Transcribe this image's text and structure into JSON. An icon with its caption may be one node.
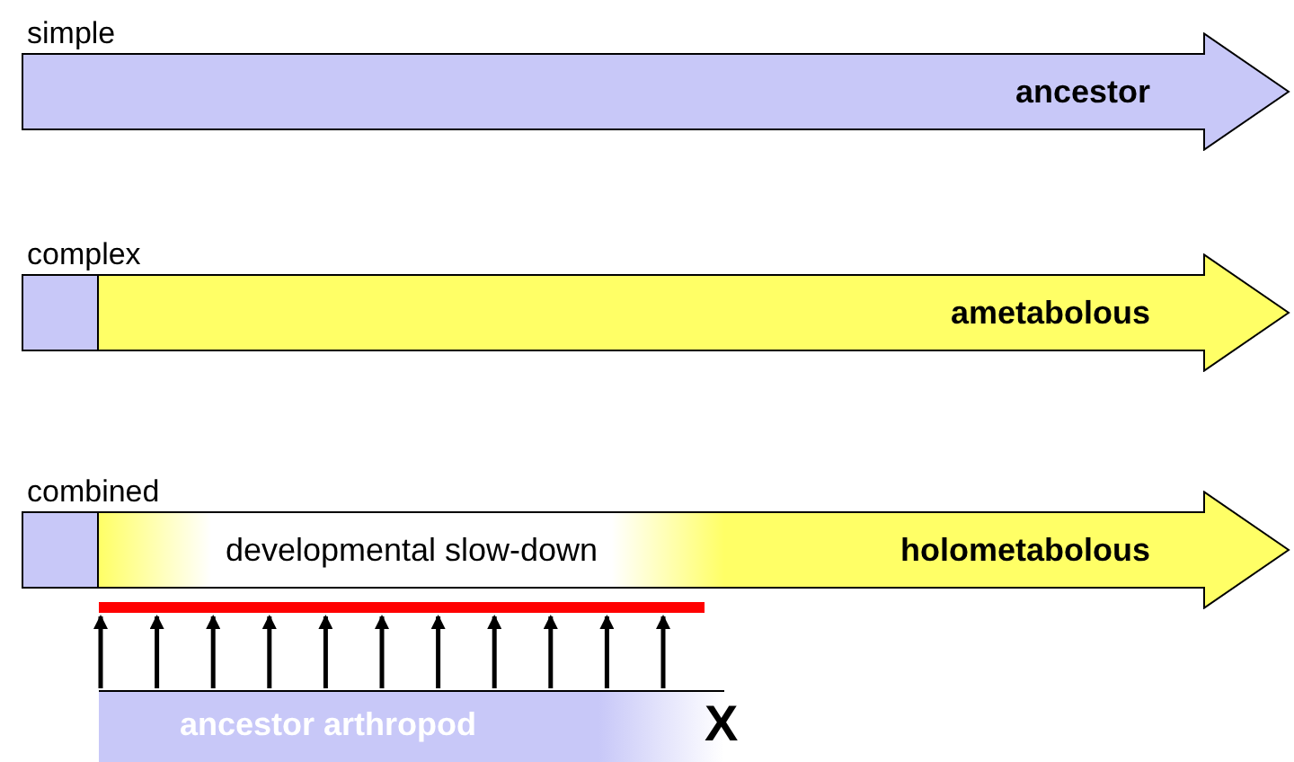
{
  "diagram": {
    "nodes": [
      {
        "text": [
          "ancestor"
        ],
        "beside": [
          "simple"
        ]
      },
      {
        "text": [
          "ametabolous"
        ],
        "beside": [
          "complex"
        ]
      },
      {
        "text": [
          "holometabolous"
        ],
        "beside": [
          "combined"
        ]
      },
      {
        "text": [
          "developmental slow-down"
        ],
        "in": 2
      },
      {
        "text": [],
        "shape": "bar"
      },
      {
        "text": [
          "ancestor arthropod"
        ]
      }
    ],
    "edges": [
      {
        "from": 5,
        "to": 4,
        "arrow": "to"
      },
      {
        "from": 5,
        "to": 4,
        "arrow": "to"
      },
      {
        "from": 5,
        "to": 4,
        "arrow": "to"
      },
      {
        "from": 5,
        "to": 4,
        "arrow": "to"
      },
      {
        "from": 5,
        "to": 4,
        "arrow": "to"
      },
      {
        "from": 5,
        "to": 4,
        "arrow": "to"
      },
      {
        "from": 5,
        "to": 4,
        "arrow": "to"
      },
      {
        "from": 5,
        "to": 4,
        "arrow": "to"
      },
      {
        "from": 5,
        "to": 4,
        "arrow": "to"
      },
      {
        "from": 5,
        "to": 4,
        "arrow": "to"
      },
      {
        "from": 5,
        "to": 4,
        "arrow": "to"
      }
    ],
    "labels": [
      "X"
    ]
  }
}
